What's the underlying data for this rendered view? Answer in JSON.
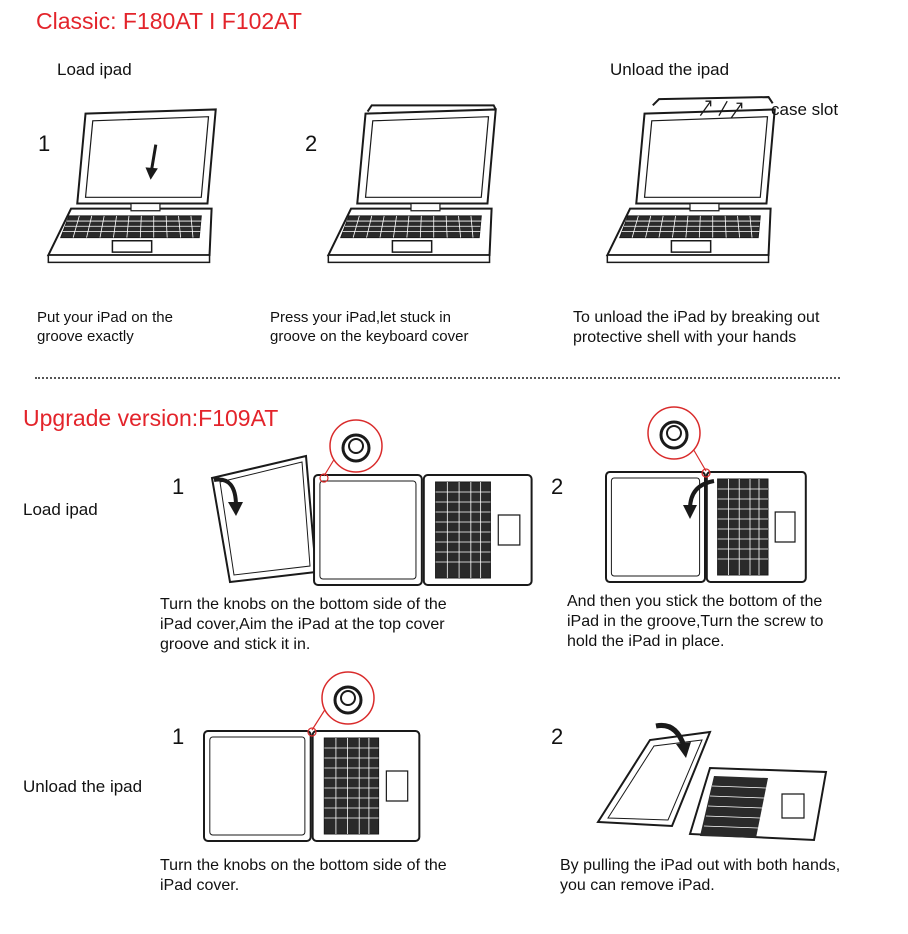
{
  "classic": {
    "heading": "Classic: F180AT I F102AT",
    "load_label": "Load ipad",
    "unload_label": "Unload the ipad",
    "case_slot": "case slot",
    "step1": "1",
    "step2": "2",
    "cap1": [
      "Put your iPad on the",
      "groove exactly"
    ],
    "cap2": [
      "Press your iPad,let stuck in",
      "groove on the keyboard cover"
    ],
    "cap3": [
      "To unload the iPad by breaking out",
      "protective shell with your hands"
    ]
  },
  "upgrade": {
    "heading": "Upgrade version:F109AT",
    "load_label": "Load ipad",
    "unload_label": "Unload the ipad",
    "load_step1": "1",
    "load_step2": "2",
    "unload_step1": "1",
    "unload_step2": "2",
    "load_cap1": [
      "Turn the knobs on the bottom side of the",
      "iPad cover,Aim the iPad at the top cover",
      "groove and stick it in."
    ],
    "load_cap2": [
      "And then you stick the bottom of the",
      "iPad in the groove,Turn the screw to",
      "hold the iPad in place."
    ],
    "unload_cap1": [
      "Turn the knobs on the bottom side of the",
      "iPad cover."
    ],
    "unload_cap2": [
      "By pulling the iPad out with both hands,",
      "you can remove  iPad."
    ]
  },
  "colors": {
    "heading": "#e3242b",
    "line": "#1a1a1a",
    "magnifier": "#d92b2b"
  }
}
